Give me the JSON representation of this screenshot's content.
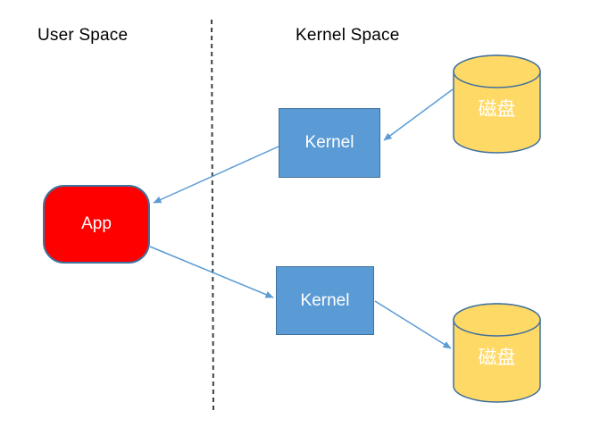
{
  "diagram": {
    "title_left": "User Space",
    "title_right": "Kernel Space",
    "nodes": {
      "app": {
        "label": "App",
        "fill": "#ff0000"
      },
      "kernel_top": {
        "label": "Kernel",
        "fill": "#5b9bd5"
      },
      "kernel_bottom": {
        "label": "Kernel",
        "fill": "#5b9bd5"
      },
      "disk_top": {
        "label": "磁盘",
        "fill": "#ffd966"
      },
      "disk_bottom": {
        "label": "磁盘",
        "fill": "#ffd966"
      }
    },
    "colors": {
      "shape_border": "#41719c",
      "arrow": "#5b9bd5",
      "divider": "#404040",
      "background": "#ffffff",
      "region_text": "#000000",
      "node_text": "#ffffff"
    },
    "arrows": [
      {
        "from": "disk_top",
        "to": "kernel_top"
      },
      {
        "from": "kernel_top",
        "to": "app"
      },
      {
        "from": "app",
        "to": "kernel_bottom"
      },
      {
        "from": "kernel_bottom",
        "to": "disk_bottom"
      }
    ],
    "divider": {
      "style": "dashed",
      "orientation": "vertical"
    }
  }
}
